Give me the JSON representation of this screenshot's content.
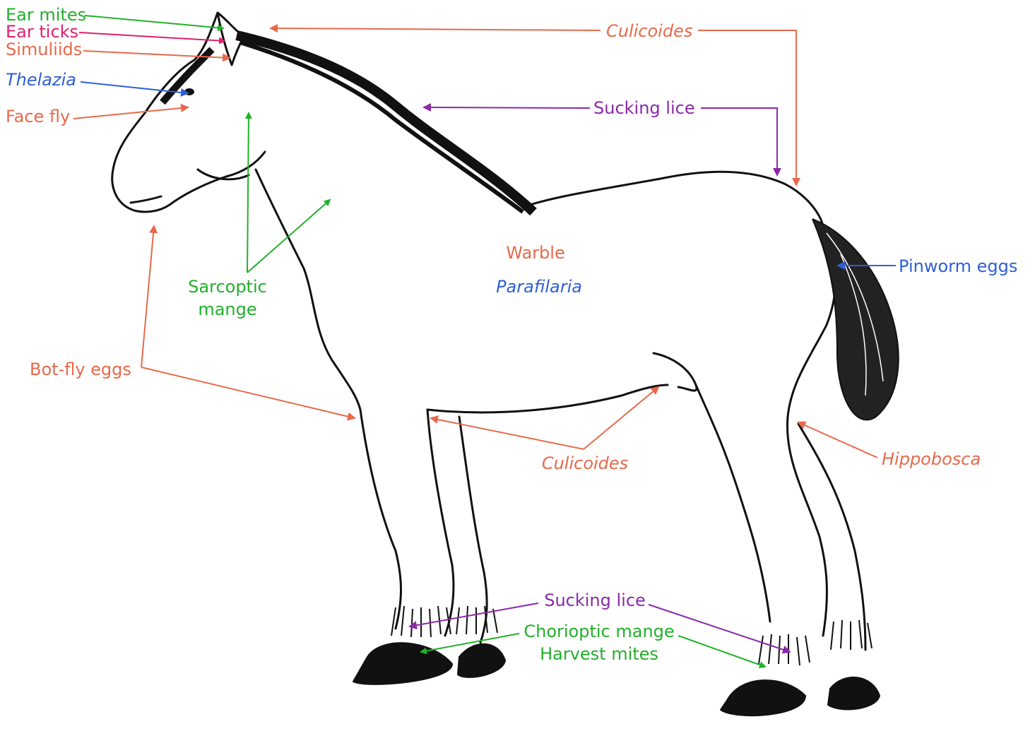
{
  "colors": {
    "green": "#22b02a",
    "pink": "#e0206e",
    "orange": "#e8694a",
    "blue": "#2f5fd8",
    "purple": "#8a2aa8",
    "outline": "#111111"
  },
  "labels": {
    "ear_mites": "Ear mites",
    "ear_ticks": "Ear ticks",
    "simuliids": "Simuliids",
    "thelazia": "Thelazia",
    "face_fly": "Face fly",
    "culicoides_top": "Culicoides",
    "sucking_lice_top": "Sucking lice",
    "sarcoptic_1": "Sarcoptic",
    "sarcoptic_2": "mange",
    "warble": "Warble",
    "parafilaria": "Parafilaria",
    "pinworm": "Pinworm eggs",
    "botfly": "Bot-fly eggs",
    "culicoides_leg": "Culicoides",
    "hippobosca": "Hippobosca",
    "sucking_lice_legs": "Sucking lice",
    "chorioptic": "Chorioptic mange",
    "harvest": "Harvest mites"
  },
  "illustration": "horse-outline"
}
